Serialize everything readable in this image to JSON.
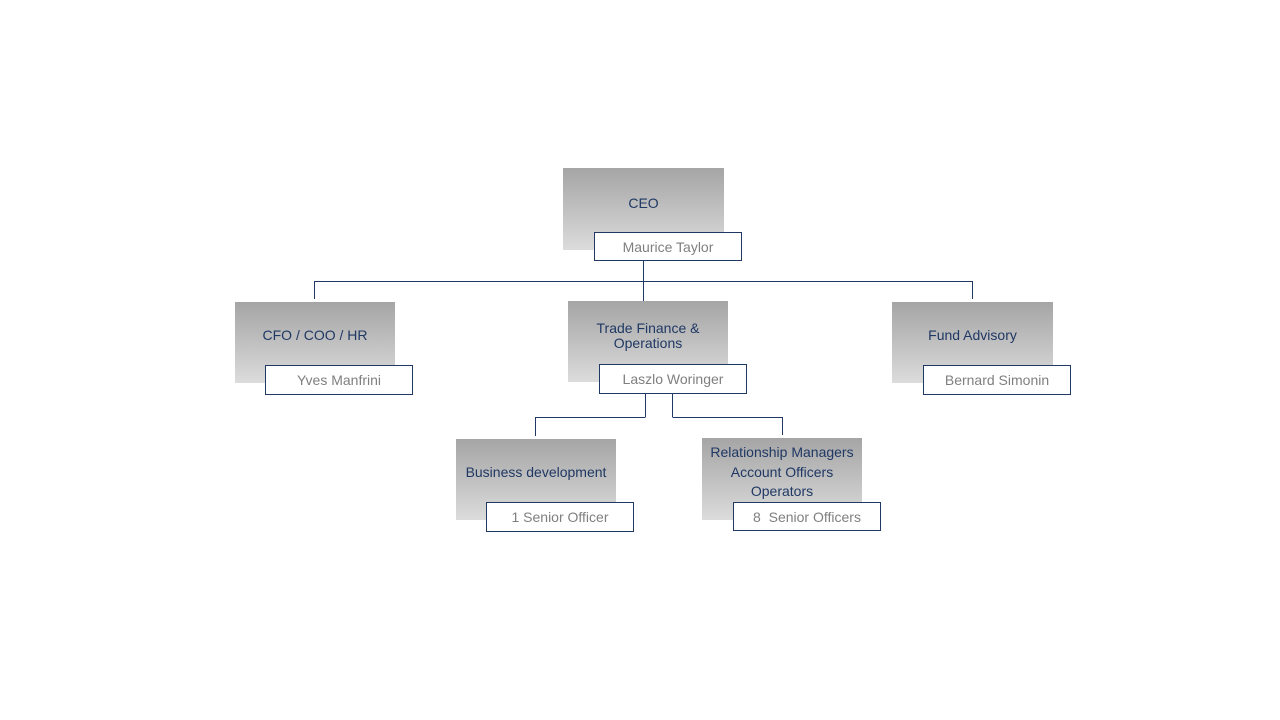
{
  "colors": {
    "role_text": "#1f3864",
    "name_text": "#7f7f7f",
    "connector": "#1f3864",
    "box_gradient_top": "#a5a5a5",
    "box_gradient_bottom": "#dcdcdc"
  },
  "org_chart": {
    "ceo": {
      "role": "CEO",
      "name": "Maurice Taylor"
    },
    "cfo": {
      "role": "CFO / COO / HR",
      "name": "Yves Manfrini"
    },
    "trade_finance": {
      "role_line1": "Trade Finance &",
      "role_line2": "Operations",
      "name": "Laszlo Woringer"
    },
    "fund_advisory": {
      "role": "Fund Advisory",
      "name": "Bernard Simonin"
    },
    "business_development": {
      "role": "Business development",
      "name": "1 Senior Officer"
    },
    "relationship_managers": {
      "role_line1": "Relationship Managers",
      "role_line2": "Account Officers",
      "role_line3": "Operators",
      "name": "8  Senior Officers"
    }
  }
}
